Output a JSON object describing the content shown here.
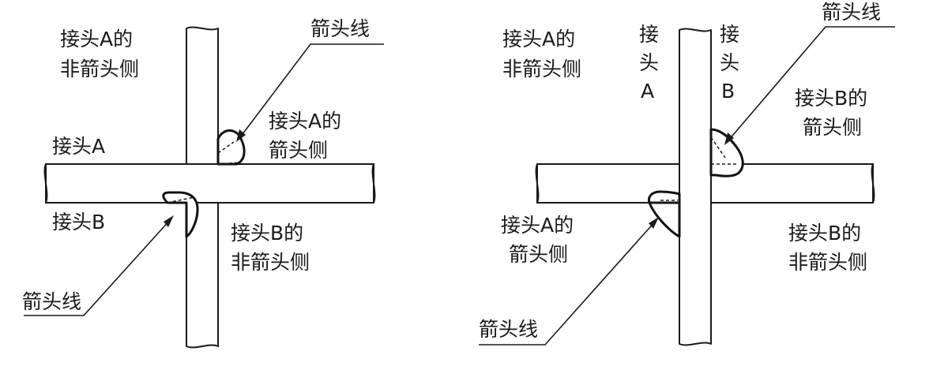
{
  "left_figure": {
    "joint_a_label": "接头A",
    "joint_b_label": "接头B",
    "joint_a_other_side": [
      "接头A的",
      "非箭头侧"
    ],
    "joint_a_arrow_side": [
      "接头A的",
      "箭头侧"
    ],
    "joint_b_other_side": [
      "接头B的",
      "非箭头侧"
    ],
    "arrow_line_top": "箭头线",
    "arrow_line_bottom": "箭头线"
  },
  "right_figure": {
    "joint_a_other_side": [
      "接头A的",
      "非箭头侧"
    ],
    "joint_a_vertical": [
      "接",
      "头",
      "A"
    ],
    "joint_b_vertical": [
      "接",
      "头",
      "B"
    ],
    "joint_b_arrow_side": [
      "接头B的",
      "箭头侧"
    ],
    "joint_a_arrow_side": [
      "接头A的",
      "箭头侧"
    ],
    "joint_b_other_side": [
      "接头B的",
      "非箭头侧"
    ],
    "arrow_line_top": "箭头线",
    "arrow_line_bottom": "箭头线"
  }
}
